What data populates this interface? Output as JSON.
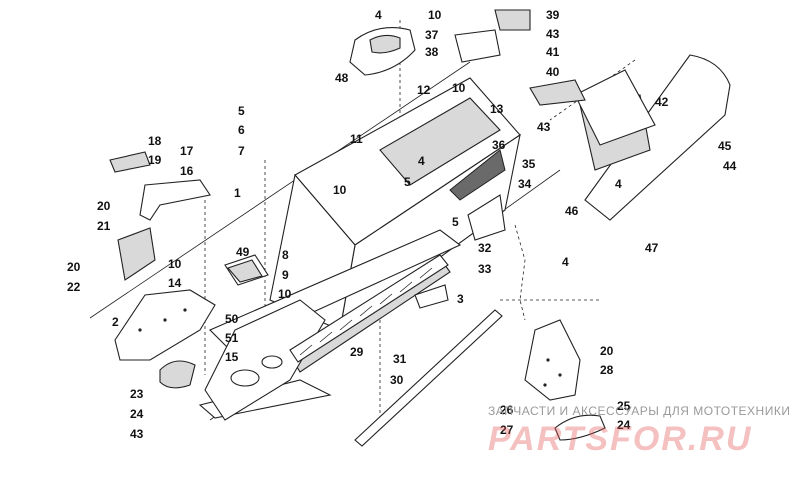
{
  "callouts": [
    {
      "id": "c4a",
      "text": "4"
    },
    {
      "id": "c10a",
      "text": "10"
    },
    {
      "id": "c39",
      "text": "39"
    },
    {
      "id": "c37",
      "text": "37"
    },
    {
      "id": "c43a",
      "text": "43"
    },
    {
      "id": "c38",
      "text": "38"
    },
    {
      "id": "c41",
      "text": "41"
    },
    {
      "id": "c48",
      "text": "48"
    },
    {
      "id": "c40",
      "text": "40"
    },
    {
      "id": "c12",
      "text": "12"
    },
    {
      "id": "c10b",
      "text": "10"
    },
    {
      "id": "c13",
      "text": "13"
    },
    {
      "id": "c42",
      "text": "42"
    },
    {
      "id": "c5a",
      "text": "5"
    },
    {
      "id": "c6",
      "text": "6"
    },
    {
      "id": "c43b",
      "text": "43"
    },
    {
      "id": "c11",
      "text": "11"
    },
    {
      "id": "c7",
      "text": "7"
    },
    {
      "id": "c36",
      "text": "36"
    },
    {
      "id": "c45",
      "text": "45"
    },
    {
      "id": "c18",
      "text": "18"
    },
    {
      "id": "c17",
      "text": "17"
    },
    {
      "id": "c4b",
      "text": "4"
    },
    {
      "id": "c35",
      "text": "35"
    },
    {
      "id": "c44",
      "text": "44"
    },
    {
      "id": "c19",
      "text": "19"
    },
    {
      "id": "c16",
      "text": "16"
    },
    {
      "id": "c5b",
      "text": "5"
    },
    {
      "id": "c34",
      "text": "34"
    },
    {
      "id": "c4c",
      "text": "4"
    },
    {
      "id": "c10c",
      "text": "10"
    },
    {
      "id": "c1",
      "text": "1"
    },
    {
      "id": "c20a",
      "text": "20"
    },
    {
      "id": "c46",
      "text": "46"
    },
    {
      "id": "c21",
      "text": "21"
    },
    {
      "id": "c5c",
      "text": "5"
    },
    {
      "id": "c32",
      "text": "32"
    },
    {
      "id": "c47",
      "text": "47"
    },
    {
      "id": "c49",
      "text": "49"
    },
    {
      "id": "c8",
      "text": "8"
    },
    {
      "id": "c10d",
      "text": "10"
    },
    {
      "id": "c4d",
      "text": "4"
    },
    {
      "id": "c20b",
      "text": "20"
    },
    {
      "id": "c33",
      "text": "33"
    },
    {
      "id": "c14",
      "text": "14"
    },
    {
      "id": "c9",
      "text": "9"
    },
    {
      "id": "c22",
      "text": "22"
    },
    {
      "id": "c10e",
      "text": "10"
    },
    {
      "id": "c3",
      "text": "3"
    },
    {
      "id": "c2",
      "text": "2"
    },
    {
      "id": "c50",
      "text": "50"
    },
    {
      "id": "c51",
      "text": "51"
    },
    {
      "id": "c29",
      "text": "29"
    },
    {
      "id": "c20c",
      "text": "20"
    },
    {
      "id": "c15",
      "text": "15"
    },
    {
      "id": "c31",
      "text": "31"
    },
    {
      "id": "c28",
      "text": "28"
    },
    {
      "id": "c30",
      "text": "30"
    },
    {
      "id": "c23",
      "text": "23"
    },
    {
      "id": "c25",
      "text": "25"
    },
    {
      "id": "c26",
      "text": "26"
    },
    {
      "id": "c24a",
      "text": "24"
    },
    {
      "id": "c24b",
      "text": "24"
    },
    {
      "id": "c27",
      "text": "27"
    },
    {
      "id": "c43c",
      "text": "43"
    }
  ],
  "watermark": {
    "caption": "ЗАПЧАСТИ И АКСЕССУАРЫ ДЛЯ МОТОТЕХНИКИ",
    "logo": "PARTSFOR.RU"
  },
  "colors": {
    "line": "#222222",
    "watermark_logo": "#e15a5a",
    "watermark_caption": "#9a9a9a"
  }
}
